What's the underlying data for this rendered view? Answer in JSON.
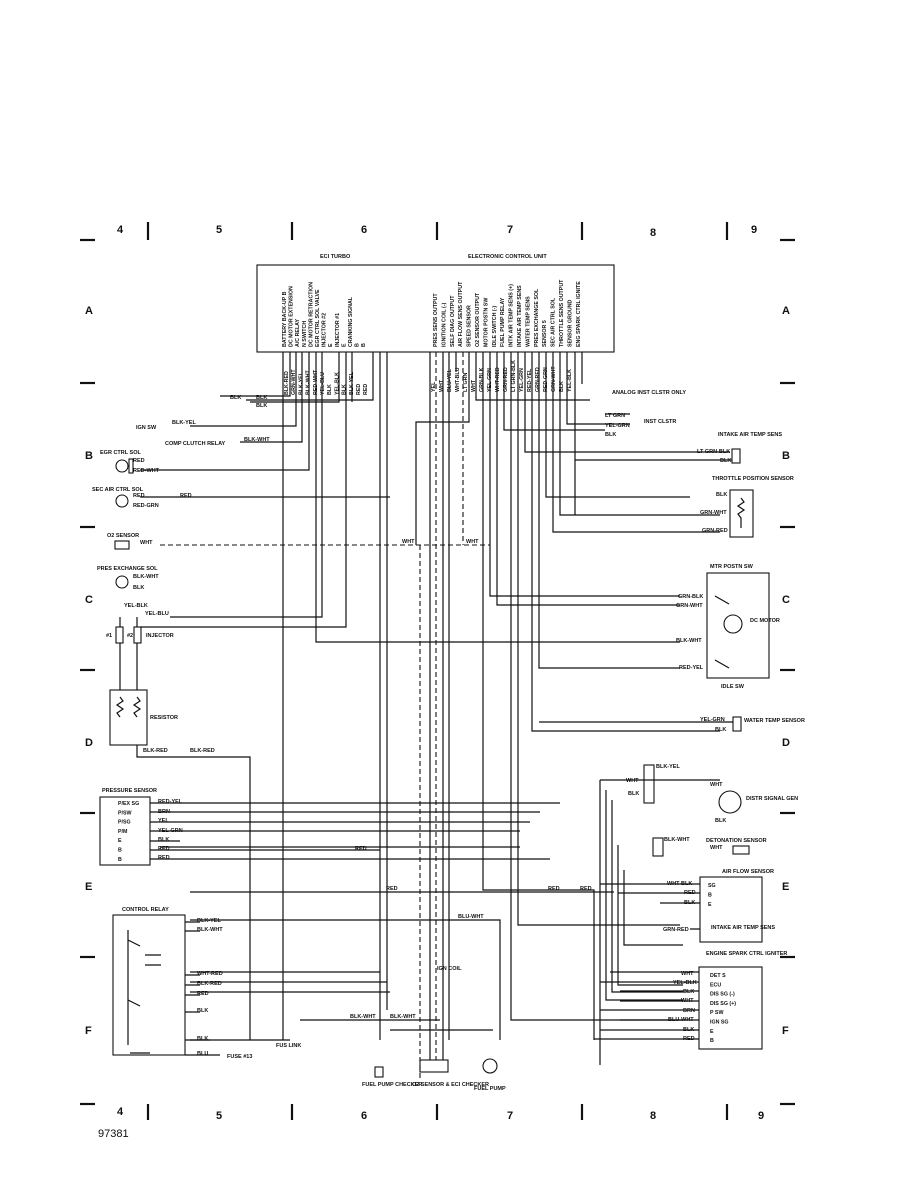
{
  "grid": {
    "columns": [
      "4",
      "5",
      "6",
      "7",
      "8",
      "9"
    ],
    "rows": [
      "A",
      "B",
      "C",
      "D",
      "E",
      "F"
    ]
  },
  "ecu": {
    "left_title": "ECI TURBO",
    "right_title": "ELECTRONIC CONTROL UNIT",
    "left_pins": [
      "BATTERY BACK-UP B",
      "DC MOTOR EXTENSION",
      "A/C RELAY",
      "N SWITCH",
      "DC MOTOR RETRACTION",
      "EGR CTRL SOL VALVE",
      "INJECTOR #2",
      "E",
      "INJECTOR #1",
      "E",
      "CRANKING SIGNAL",
      "B",
      "B"
    ],
    "right_pins": [
      "PRES SENS OUTPUT",
      "IGNITION COIL (-)",
      "SELF DIAG OUTPUT",
      "AIR FLOW SENS OUTPUT",
      "SPEED SENSOR",
      "O2 SENSOR OUTPUT",
      "MOTOR POSTN SW",
      "IDLE SWITCH (-)",
      "FUEL PUMP RELAY",
      "INTK AIR TEMP SENS (+)",
      "INTAKE AIR TEMP SENS",
      "WATER TEMP SENS",
      "PRES EXCHANGE SOL",
      "SENSOR 5",
      "SEC AIR CTRL SOL",
      "THROTTLE SENS OUTPUT",
      "SENSOR GROUND",
      "ENG SPARK CTRL IGNITE"
    ],
    "left_wires": [
      "BLK-RED",
      "GRN-WHT",
      "BLK-YEL",
      "BLK-WHT",
      "RED-WHT",
      "YEL-BLU",
      "BLK",
      "YEL-BLK",
      "BLK",
      "BLK-YEL",
      "RED",
      "RED"
    ],
    "right_wires": [
      "YEL",
      "WHT",
      "BLU-YEL",
      "WHT-BLU",
      "LT GRN",
      "WHT",
      "GRN-BLK",
      "YEL-GRN",
      "WHT-RED",
      "GRN-RED",
      "LT GRN-BLK",
      "YEL-GRN",
      "RED-YEL",
      "GRN-RED",
      "RED-GRN",
      "GRN-WHT",
      "BLK",
      "YEL-BLK"
    ]
  },
  "components": {
    "egr_ctrl_sol": "EGR CTRL SOL",
    "sec_air_ctrl_sol": "SEC AIR CTRL SOL",
    "o2_sensor": "O2 SENSOR",
    "pres_exchange_sol": "PRES EXCHANGE SOL",
    "injector": "INJECTOR",
    "inj1": "#1",
    "inj2": "#2",
    "resistor": "RESISTOR",
    "pressure_sensor": "PRESSURE SENSOR",
    "pressure_sensor_pins": [
      "P/EX SG",
      "P/SW",
      "P/SG",
      "P/M",
      "E",
      "B",
      "B"
    ],
    "control_relay": "CONTROL RELAY",
    "ign_sw": "IGN SW",
    "comp_clutch_relay": "COMP CLUTCH RELAY",
    "analog_inst": "ANALOG INST CLSTR ONLY",
    "inst_clstr": "INST CLSTR",
    "intake_air_temp_sens": "INTAKE AIR TEMP SENS",
    "throttle_position_sensor": "THROTTLE POSITION SENSOR",
    "mtr_postn_sw": "MTR POSTN SW",
    "dc_motor": "DC MOTOR",
    "idle_sw": "IDLE SW",
    "water_temp_sensor": "WATER TEMP SENSOR",
    "distr_signal_gen": "DISTR SIGNAL GEN",
    "detonation_sensor": "DETONATION SENSOR",
    "air_flow_sensor": "AIR FLOW SENSOR",
    "air_flow_pins": [
      "SG",
      "B",
      "E"
    ],
    "intake_air_temp_sens2": "INTAKE AIR TEMP SENS",
    "engine_spark_ctrl_igniter": "ENGINE SPARK CTRL IGNITER",
    "igniter_pins": [
      "DET S",
      "ECU",
      "DIS SG (-)",
      "DIS SG (+)",
      "P SW",
      "IGN SG",
      "E",
      "B"
    ],
    "ign_coil": "IGN COIL",
    "fus_link": "FUS LINK",
    "fuse13": "FUSE #13",
    "fuel_pump_checker": "FUEL PUMP CHECKER",
    "o2_eci_checker": "O2 SENSOR & ECI CHECKER",
    "fuel_pump": "FUEL PUMP"
  },
  "wire_labels": {
    "blk": "BLK",
    "blk_yel": "BLK-YEL",
    "blk_wht": "BLK-WHT",
    "red": "RED",
    "red_wht": "RED-WHT",
    "red_grn": "RED-GRN",
    "wht": "WHT",
    "yel_blk": "YEL-BLK",
    "yel_blu": "YEL-BLU",
    "yel_wht": "YEL-WHT",
    "yel_grn": "YEL-GRN",
    "blk_red": "BLK-RED",
    "red_yel": "RED-YEL",
    "brn": "BRN",
    "yel": "YEL",
    "lt_grn": "LT GRN",
    "lt_grn_blk": "LT GRN-BLK",
    "grn_wht": "GRN-WHT",
    "grn_red": "GRN-RED",
    "grn_blk": "GRN-BLK",
    "wht_blk": "WHT-BLK",
    "wht_red": "WHT-RED",
    "blu_wht": "BLU-WHT",
    "blu": "BLU",
    "blu_yel": "BLU-YEL"
  },
  "figure_id": "97381"
}
